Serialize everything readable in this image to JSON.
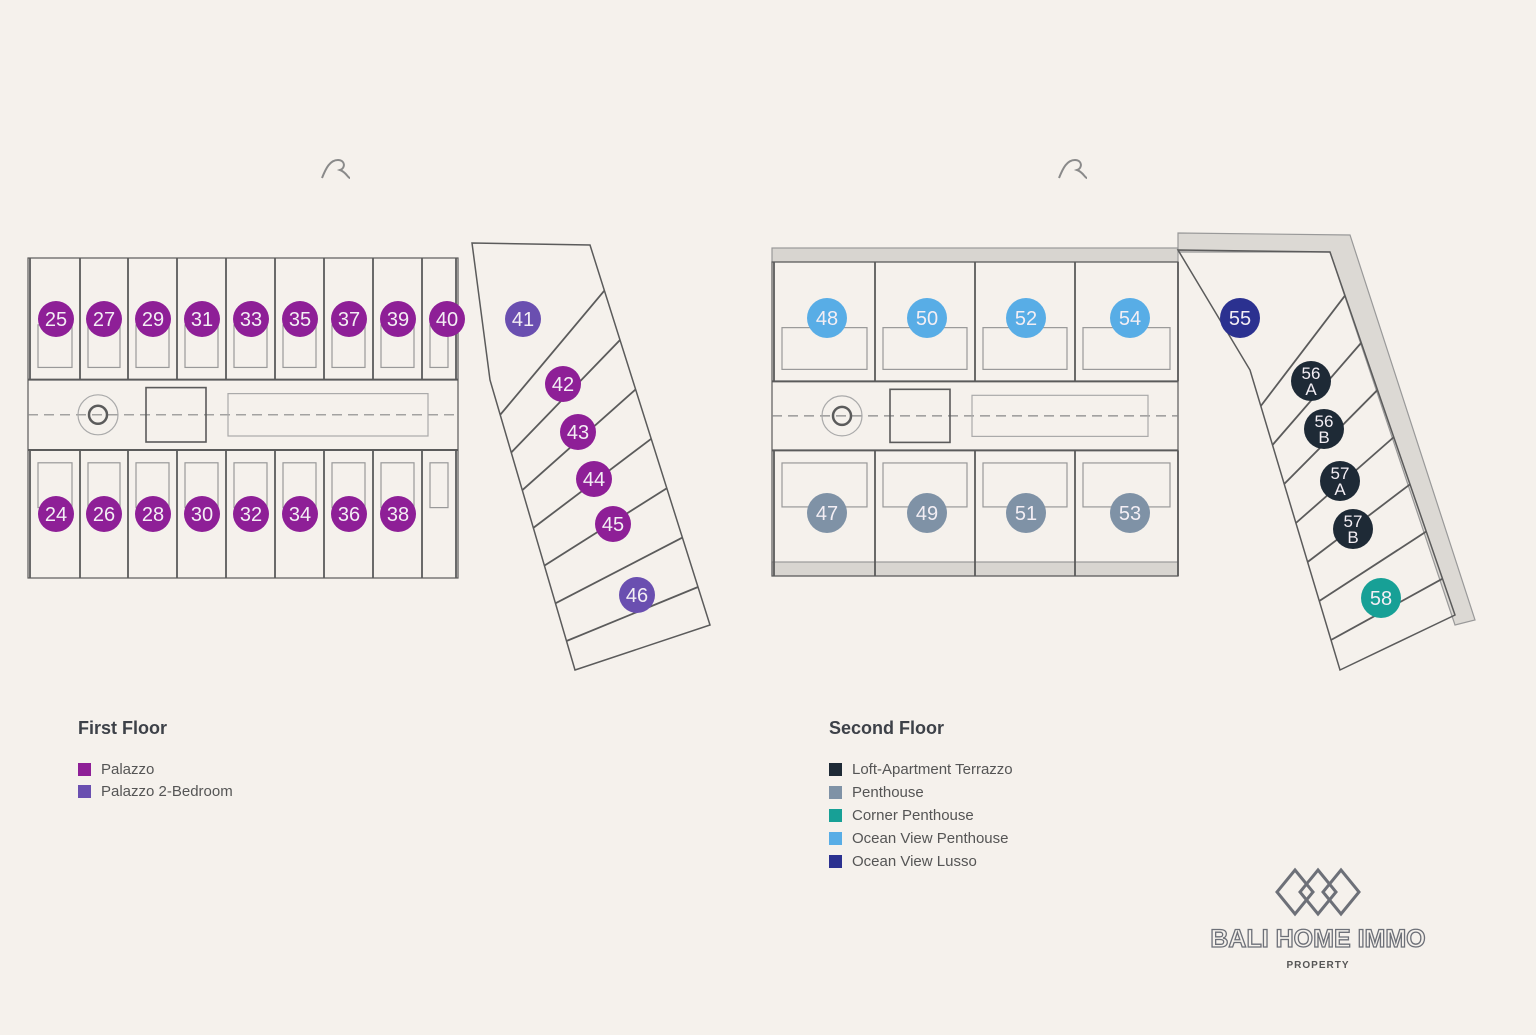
{
  "colors": {
    "background": "#f5f1ec",
    "palazzo": "#8e1f97",
    "palazzo_2_bedroom": "#6a4fb0",
    "loft_apartment_terrazzo": "#1e2a36",
    "penthouse": "#7f92a6",
    "corner_penthouse": "#17a096",
    "ocean_view_penthouse": "#58ade6",
    "ocean_view_lusso": "#2b3190"
  },
  "first_floor": {
    "title": "First Floor",
    "legend": [
      {
        "label": "Palazzo",
        "type": "palazzo"
      },
      {
        "label": "Palazzo 2-Bedroom",
        "type": "palazzo_2_bedroom"
      }
    ],
    "units": [
      {
        "label": "25",
        "type": "palazzo"
      },
      {
        "label": "27",
        "type": "palazzo"
      },
      {
        "label": "29",
        "type": "palazzo"
      },
      {
        "label": "31",
        "type": "palazzo"
      },
      {
        "label": "33",
        "type": "palazzo"
      },
      {
        "label": "35",
        "type": "palazzo"
      },
      {
        "label": "37",
        "type": "palazzo"
      },
      {
        "label": "39",
        "type": "palazzo"
      },
      {
        "label": "40",
        "type": "palazzo"
      },
      {
        "label": "41",
        "type": "palazzo_2_bedroom"
      },
      {
        "label": "24",
        "type": "palazzo"
      },
      {
        "label": "26",
        "type": "palazzo"
      },
      {
        "label": "28",
        "type": "palazzo"
      },
      {
        "label": "30",
        "type": "palazzo"
      },
      {
        "label": "32",
        "type": "palazzo"
      },
      {
        "label": "34",
        "type": "palazzo"
      },
      {
        "label": "36",
        "type": "palazzo"
      },
      {
        "label": "38",
        "type": "palazzo"
      },
      {
        "label": "42",
        "type": "palazzo"
      },
      {
        "label": "43",
        "type": "palazzo"
      },
      {
        "label": "44",
        "type": "palazzo"
      },
      {
        "label": "45",
        "type": "palazzo"
      },
      {
        "label": "46",
        "type": "palazzo_2_bedroom"
      }
    ]
  },
  "second_floor": {
    "title": "Second Floor",
    "legend": [
      {
        "label": "Loft-Apartment Terrazzo",
        "type": "loft_apartment_terrazzo"
      },
      {
        "label": "Penthouse",
        "type": "penthouse"
      },
      {
        "label": "Corner Penthouse",
        "type": "corner_penthouse"
      },
      {
        "label": "Ocean View Penthouse",
        "type": "ocean_view_penthouse"
      },
      {
        "label": "Ocean View Lusso",
        "type": "ocean_view_lusso"
      }
    ],
    "units": [
      {
        "label": "48",
        "type": "ocean_view_penthouse"
      },
      {
        "label": "50",
        "type": "ocean_view_penthouse"
      },
      {
        "label": "52",
        "type": "ocean_view_penthouse"
      },
      {
        "label": "54",
        "type": "ocean_view_penthouse"
      },
      {
        "label": "55",
        "type": "ocean_view_lusso"
      },
      {
        "label": "47",
        "type": "penthouse"
      },
      {
        "label": "49",
        "type": "penthouse"
      },
      {
        "label": "51",
        "type": "penthouse"
      },
      {
        "label": "53",
        "type": "penthouse"
      },
      {
        "label": "56\nA",
        "type": "loft_apartment_terrazzo"
      },
      {
        "label": "56\nB",
        "type": "loft_apartment_terrazzo"
      },
      {
        "label": "57\nA",
        "type": "loft_apartment_terrazzo"
      },
      {
        "label": "57\nB",
        "type": "loft_apartment_terrazzo"
      },
      {
        "label": "58",
        "type": "corner_penthouse"
      }
    ]
  },
  "icons": {
    "ocean": "wave-icon",
    "logo": "diamond-logo-icon"
  },
  "logo": {
    "name": "BALI HOME IMMO",
    "subtitle": "PROPERTY"
  }
}
